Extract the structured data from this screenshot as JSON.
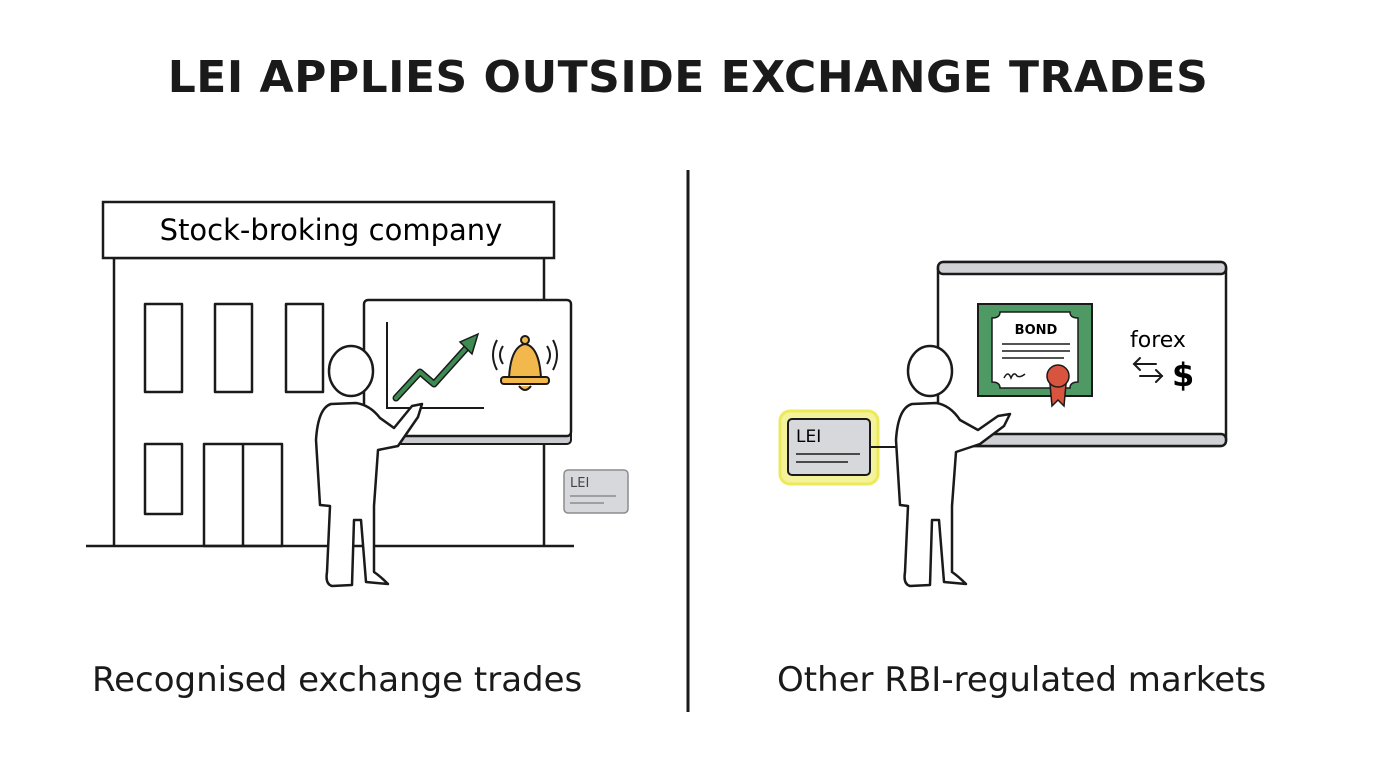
{
  "title": "LEI APPLIES OUTSIDE EXCHANGE TRADES",
  "left_panel": {
    "sign_text": "Stock-broking company",
    "lei_card_text": "LEI",
    "caption": "Recognised exchange trades"
  },
  "right_panel": {
    "bond_text": "BOND",
    "forex_text": "forex",
    "dollar_text": "$",
    "lei_card_text": "LEI",
    "caption": "Other RBI-regulated markets"
  },
  "colors": {
    "ink": "#1a1a1a",
    "chart_green": "#3d8a52",
    "bell_gold": "#f2b84b",
    "bond_green": "#4f9a64",
    "seal_red": "#d9543f",
    "highlight_yellow": "#f2f06a",
    "card_gray": "#d6d8dc",
    "rail_gray": "#cfd1d4"
  }
}
